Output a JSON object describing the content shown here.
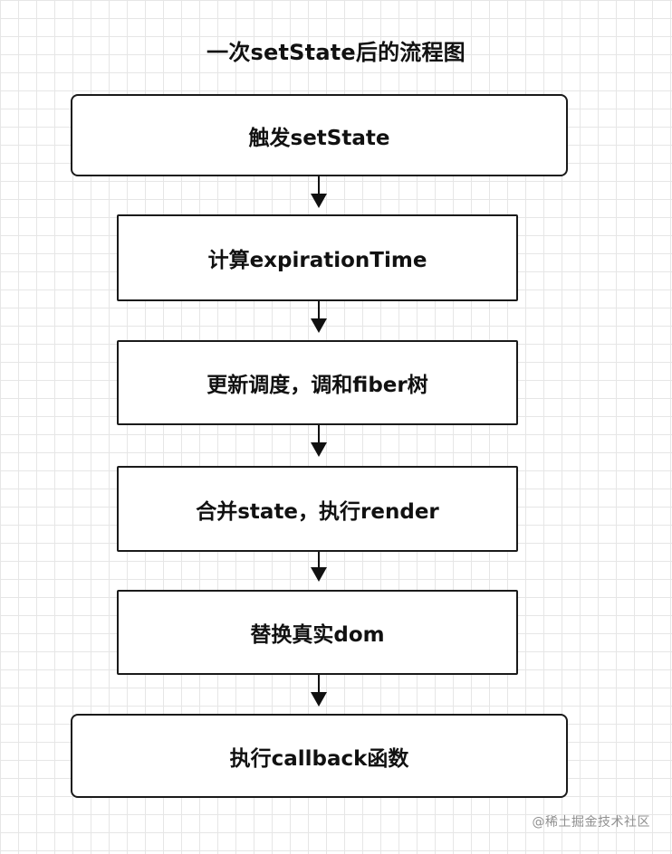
{
  "diagram": {
    "title": "一次setState后的流程图",
    "steps": [
      {
        "label": "触发setState"
      },
      {
        "label": "计算expirationTime"
      },
      {
        "label": "更新调度，调和fiber树"
      },
      {
        "label": "合并state，执行render"
      },
      {
        "label": "替换真实dom"
      },
      {
        "label": "执行callback函数"
      }
    ]
  },
  "watermark": "@稀土掘金技术社区"
}
